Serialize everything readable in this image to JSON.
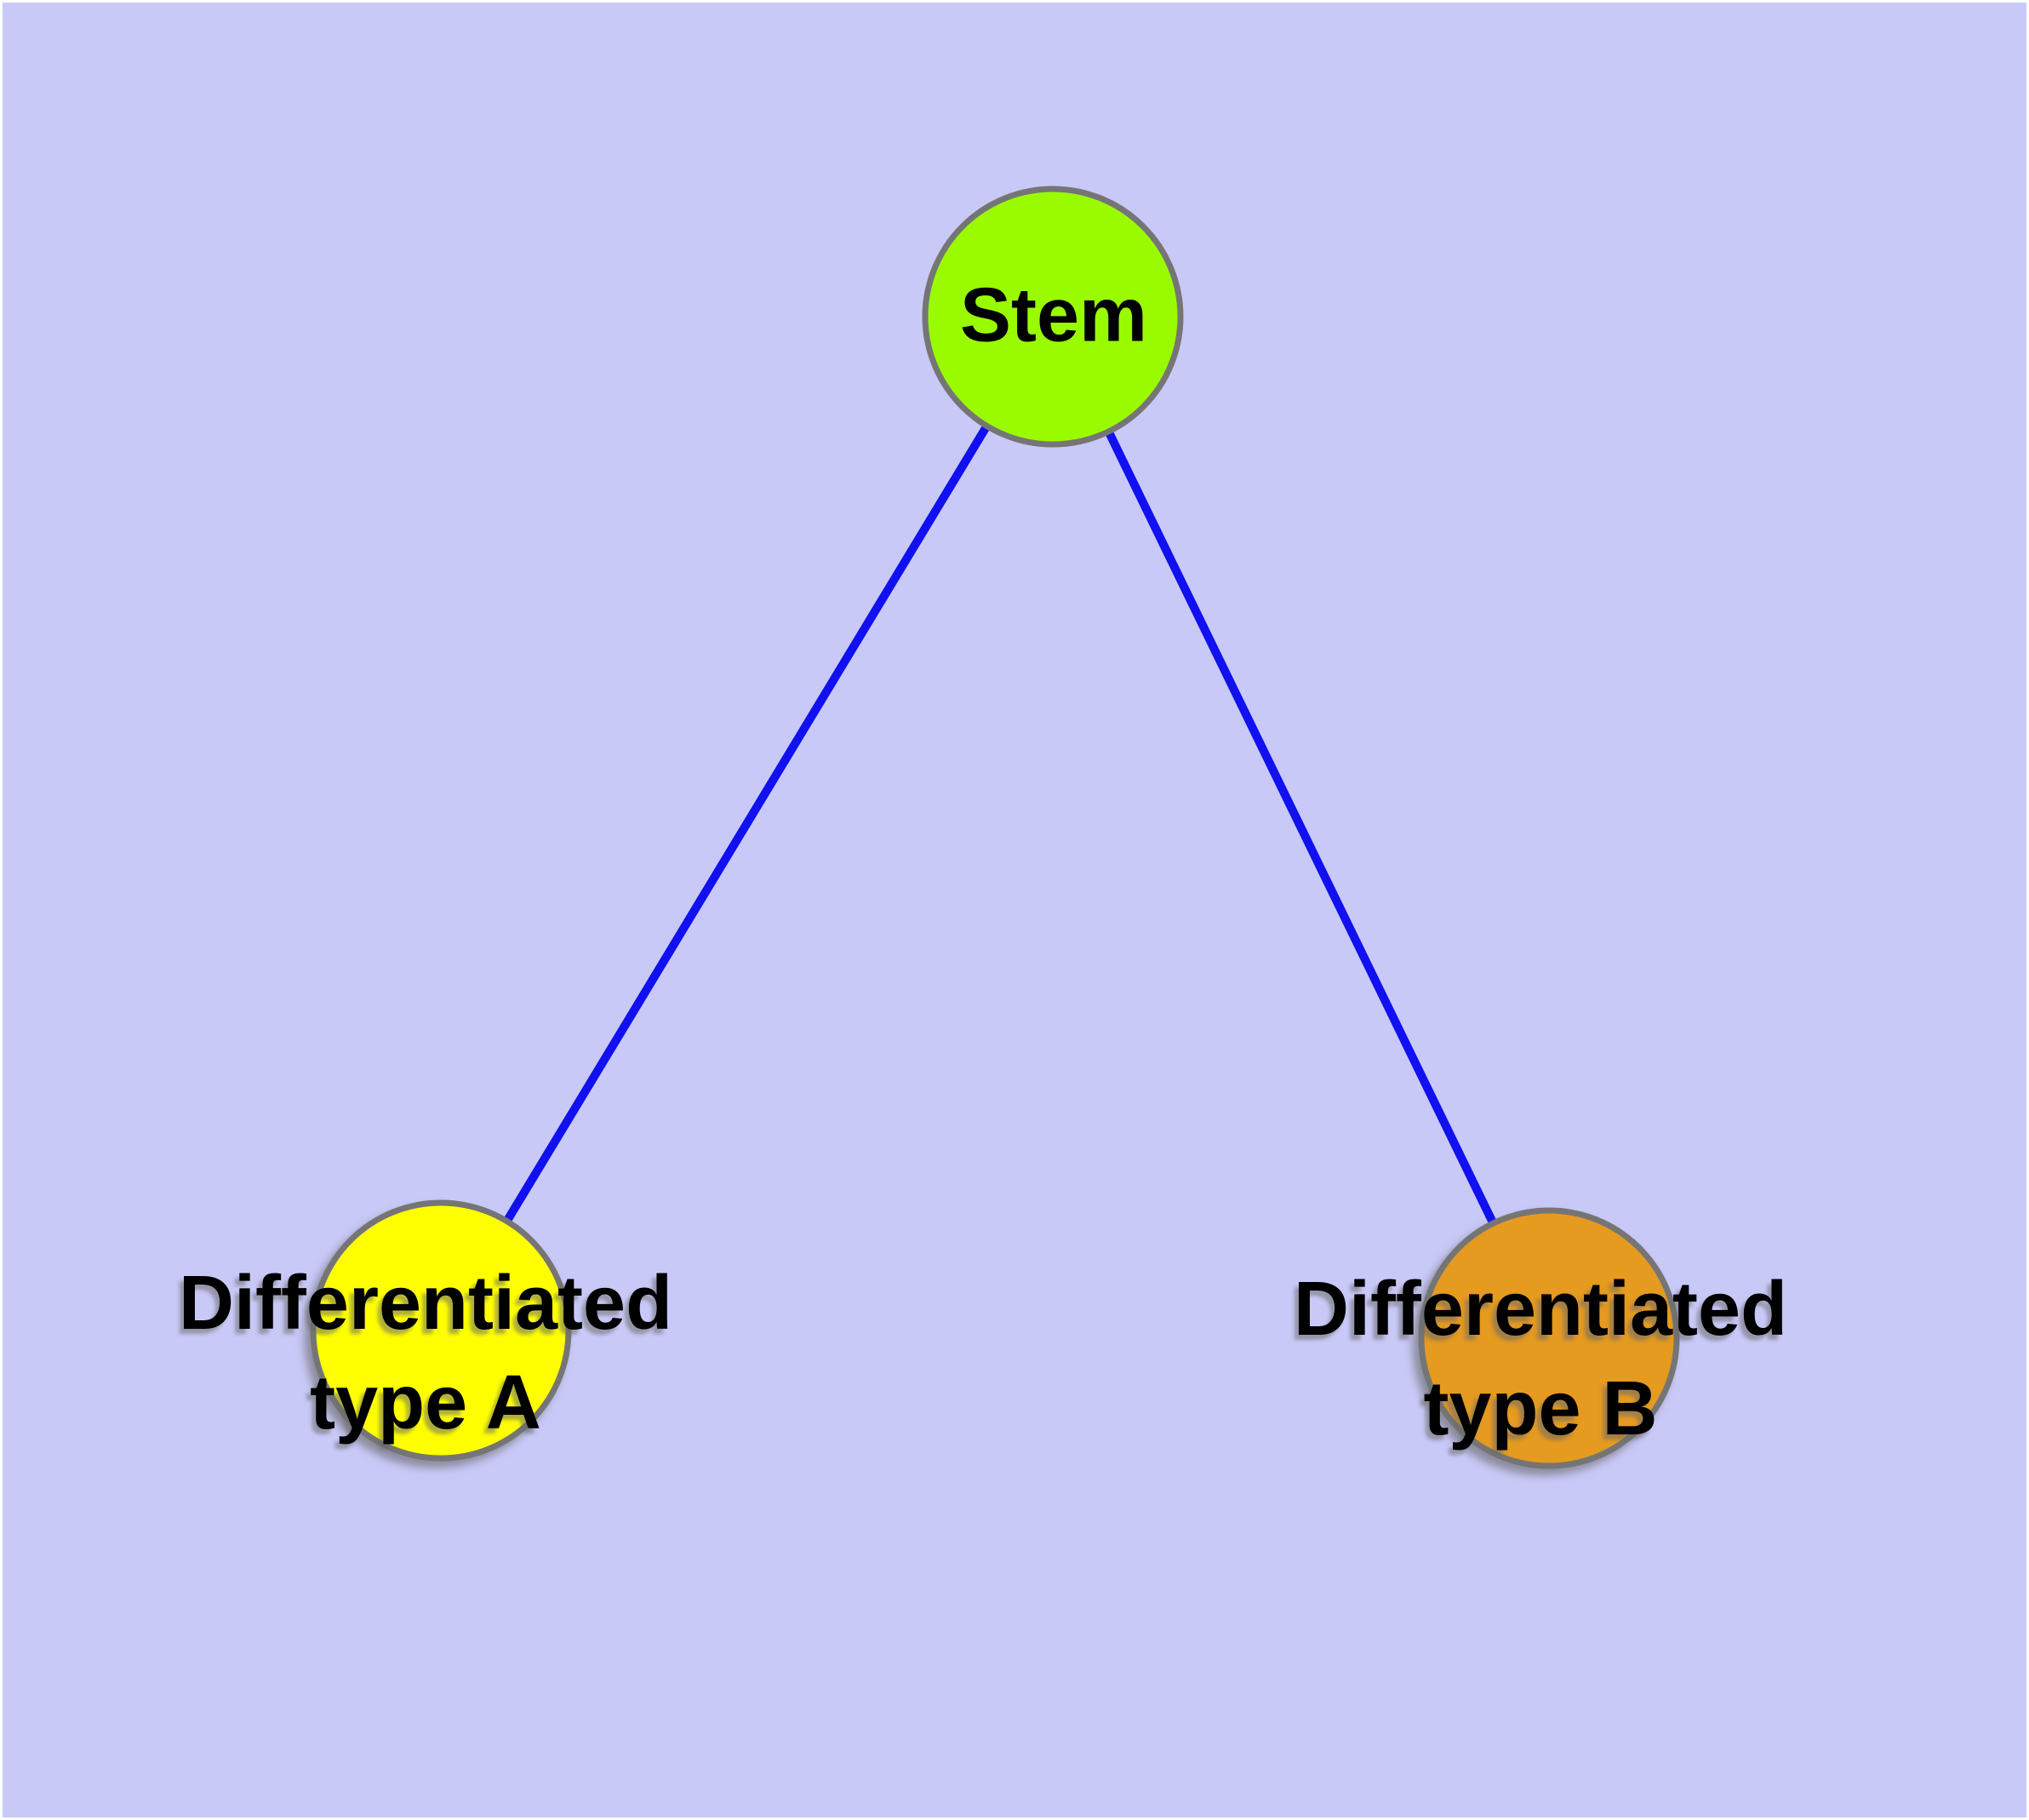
{
  "diagram": {
    "background_color": "#C9C9F8",
    "page_margin_color": "#FFFFFF",
    "edge_color": "#1010F0",
    "node_border_color": "#757575",
    "text_color": "#000000",
    "nodes": [
      {
        "id": "stem",
        "label": "Stem",
        "fill": "#9AFB00"
      },
      {
        "id": "differentiated-type-a",
        "label_line1": "Differentiated",
        "label_line2": "type A",
        "fill": "#FFFF00"
      },
      {
        "id": "differentiated-type-b",
        "label_line1": "Differentiated",
        "label_line2": "type B",
        "fill": "#E59A20"
      }
    ],
    "edges": [
      {
        "from": "Stem",
        "to": "Differentiated type A"
      },
      {
        "from": "Stem",
        "to": "Differentiated type B"
      }
    ]
  }
}
